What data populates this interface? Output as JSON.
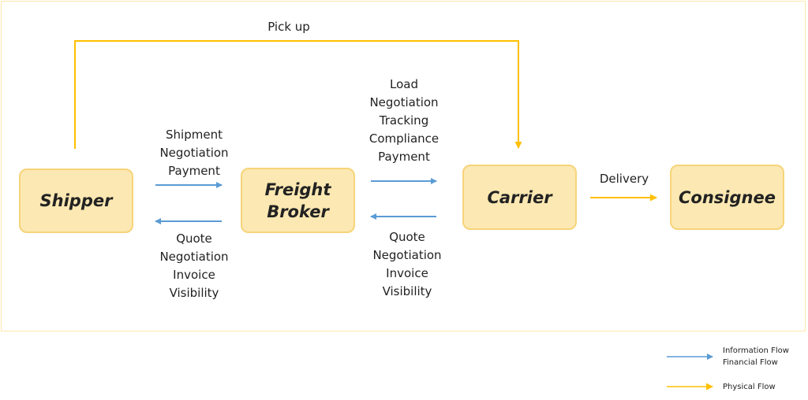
{
  "nodes": {
    "shipper": "Shipper",
    "broker_line1": "Freight",
    "broker_line2": "Broker",
    "carrier": "Carrier",
    "consignee": "Consignee"
  },
  "flows": {
    "pickup": "Pick up",
    "shipper_to_broker": [
      "Shipment",
      "Negotiation",
      "Payment"
    ],
    "broker_to_shipper": [
      "Quote",
      "Negotiation",
      "Invoice",
      "Visibility"
    ],
    "broker_to_carrier": [
      "Load",
      "Negotiation",
      "Tracking",
      "Compliance",
      "Payment"
    ],
    "carrier_to_broker": [
      "Quote",
      "Negotiation",
      "Invoice",
      "Visibility"
    ],
    "delivery": "Delivery"
  },
  "legend": {
    "info_line1": "Information Flow",
    "info_line2": "Financial Flow",
    "physical": "Physical Flow"
  },
  "colors": {
    "information_flow": "#5b9bd5",
    "physical_flow": "#ffc000",
    "node_fill": "#fce8b2",
    "node_border": "#f6d47a"
  }
}
